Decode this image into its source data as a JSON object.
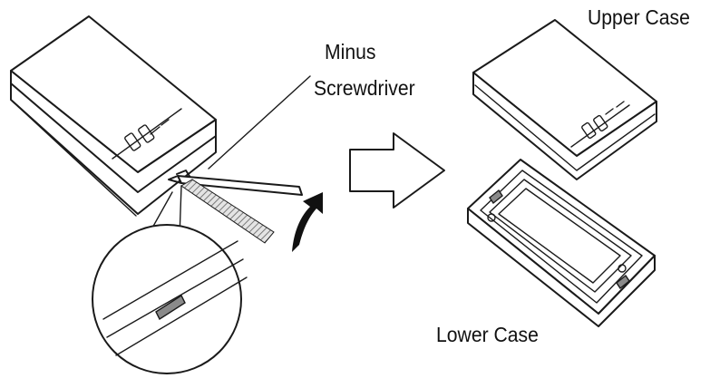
{
  "labels": {
    "minus": "Minus",
    "screwdriver": "Screwdriver",
    "upper_case": "Upper Case",
    "lower_case": "Lower Case"
  },
  "icons": {
    "direction_arrow": "right-arrow-outline-icon",
    "lift_arrow": "curved-up-arrow-icon",
    "magnifier": "zoom-detail-circle"
  },
  "colors": {
    "line": "#1a1a1a",
    "hatch": "#8a8a8a",
    "background": "#ffffff"
  }
}
